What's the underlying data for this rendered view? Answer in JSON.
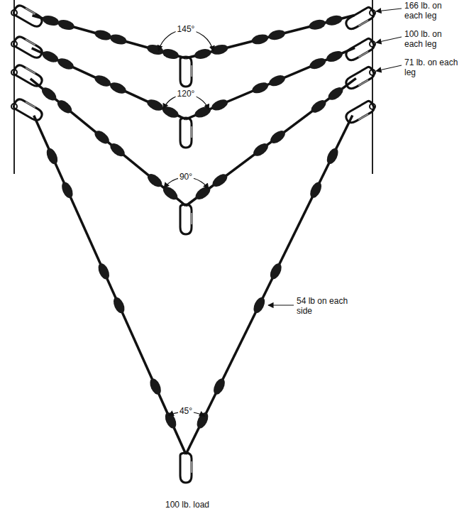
{
  "diagram": {
    "labels": [
      "145°",
      "166 lb. on each leg",
      "100 lb. on each leg",
      "120°",
      "71 lb. on each leg",
      "90°",
      "54 lb on each side",
      "45°",
      "100 lb. load"
    ]
  }
}
